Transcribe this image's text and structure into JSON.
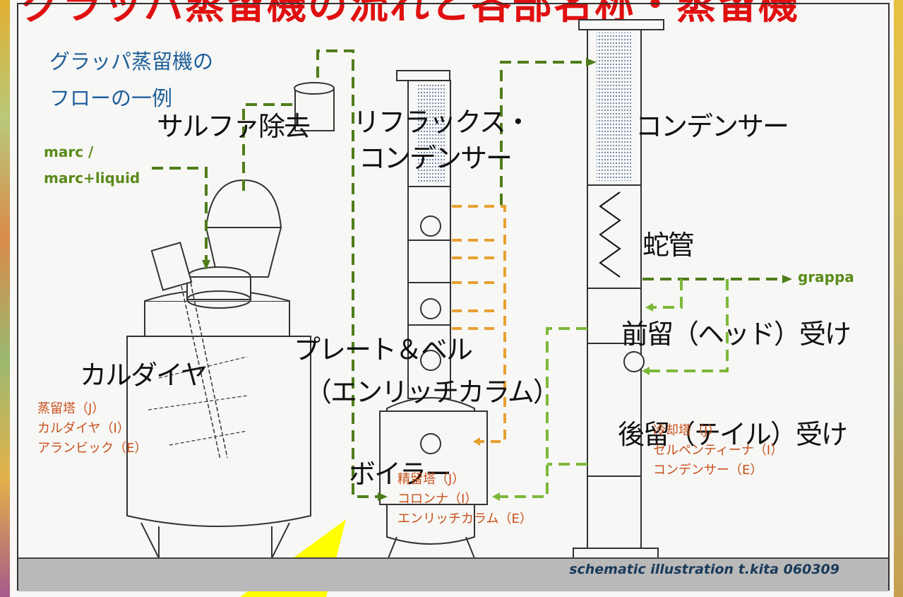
{
  "title": "グラッパ蒸留機の流れと各部名称・蒸留機",
  "subtitle_lines": [
    "グラッパ蒸留機の",
    "フローの一例"
  ],
  "inputs": [
    "marc /",
    "marc+liquid"
  ],
  "output": "grappa",
  "labels": {
    "sulfur": "サルファ除去",
    "reflux_1": "リフラックス・",
    "reflux_2": "コンデンサー",
    "condenser": "コンデンサー",
    "coil": "蛇管",
    "head": "前留（ヘッド）受け",
    "plate_1": "プレート＆ベル",
    "plate_2": "（エンリッチカラム）",
    "caldaia": "カルダイヤ",
    "tail": "後留（テイル）受け",
    "boiler": "ボイラー"
  },
  "pot_names": [
    "蒸留塔（J）",
    "カルダイヤ（I）",
    "アランビック（E）"
  ],
  "column_names": [
    "精留塔（J）",
    "コロンナ（I）",
    "エンリッチカラム（E）"
  ],
  "condenser_names": [
    "冷却塔（J）",
    "セルペンティーナ（I）",
    "コンデンサー（E）"
  ],
  "credit": "schematic illustration t.kita 060309",
  "colors": {
    "flow_dark": "#4f7d1a",
    "flow_light": "#7db83a",
    "flow_orange": "#e8a030",
    "title": "#e01010"
  }
}
